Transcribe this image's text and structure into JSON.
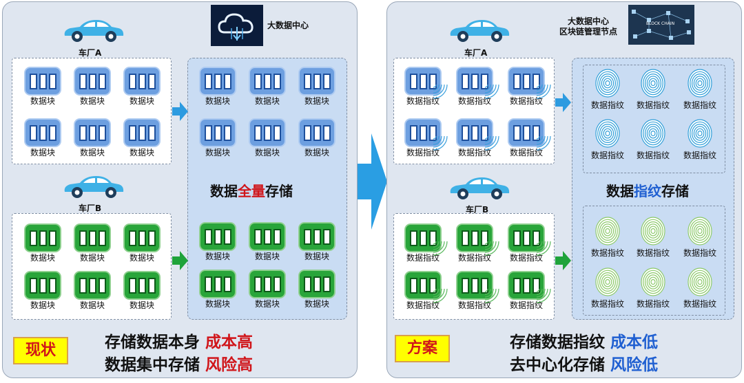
{
  "left": {
    "center_label": "大数据中心",
    "factory_a": "车厂A",
    "factory_b": "车厂B",
    "block_label": "数据块",
    "storage_title_pre": "数据",
    "storage_title_hl": "全量",
    "storage_title_post": "存储",
    "badge": "现状",
    "line1_text": "存储数据本身",
    "line1_hl": "成本高",
    "line2_text": "数据集中存储",
    "line2_hl": "风险高"
  },
  "right": {
    "center_label_1": "大数据中心",
    "center_label_2": "区块链管理节点",
    "chain_text": "BLOCK CHAIN",
    "factory_a": "车厂A",
    "factory_b": "车厂B",
    "fp_label": "数据指纹",
    "storage_title_pre": "数据",
    "storage_title_hl": "指纹",
    "storage_title_post": "存储",
    "badge": "方案",
    "line1_text": "存储数据指纹",
    "line1_hl": "成本低",
    "line2_text": "去中心化存储",
    "line2_hl": "风险低"
  },
  "colors": {
    "blue_block": "#6d9fe0",
    "green_block": "#29a53a",
    "red_text": "#d0151a",
    "blue_text": "#1f5fd1",
    "badge_yellow": "#ffff00",
    "panel_bg": "#dfe6f0"
  }
}
